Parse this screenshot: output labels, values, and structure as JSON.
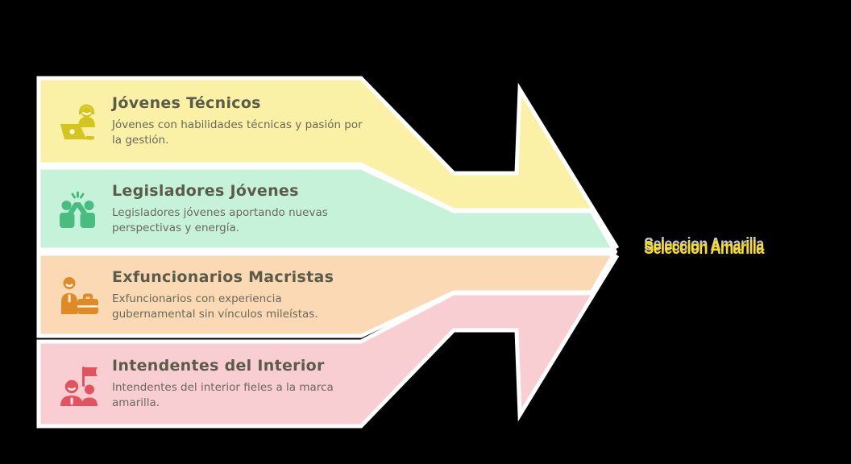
{
  "canvas": {
    "background": "#000000",
    "stroke": "#ffffff"
  },
  "diagram": {
    "type": "converging-arrow-funnel",
    "arrow_label": {
      "text": "Seleccion Amarilla",
      "color": "#ffe100",
      "shadow": "#d9d9d9"
    },
    "text_colors": {
      "title": "#5b5b4a",
      "description": "#69695c"
    },
    "bands": [
      {
        "title": "Jóvenes Técnicos",
        "description": "Jóvenes con habilidades técnicas y pasión por la gestión.",
        "fill": "#faf0a6",
        "icon": "headset-laptop-icon",
        "icon_color": "#d3c51e"
      },
      {
        "title": "Legisladores Jóvenes",
        "description": "Legisladores jóvenes aportando nuevas perspectivas y energía.",
        "fill": "#c7f2da",
        "icon": "high-five-icon",
        "icon_color": "#47bd80"
      },
      {
        "title": "Exfuncionarios Macristas",
        "description": "Exfuncionarios con experiencia gubernamental sin vínculos mileístas.",
        "fill": "#fbd9b4",
        "icon": "person-briefcase-icon",
        "icon_color": "#e08a26"
      },
      {
        "title": "Intendentes del Interior",
        "description": "Intendentes del interior fieles a la marca amarilla.",
        "fill": "#f9ced3",
        "icon": "people-flag-icon",
        "icon_color": "#e25360"
      }
    ]
  }
}
